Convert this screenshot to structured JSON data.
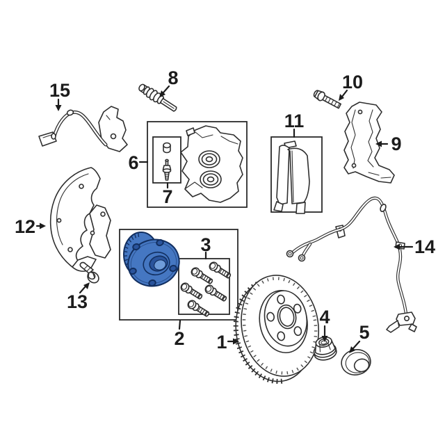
{
  "diagram": {
    "type": "exploded-parts-diagram",
    "background": "#ffffff",
    "line_color": "#2e2e2e",
    "highlight": {
      "fill": "#4577c2",
      "shade": "#2a549c",
      "light": "#6f9cd9",
      "outline": "#122f60"
    },
    "callouts": [
      "1",
      "2",
      "3",
      "4",
      "5",
      "6",
      "7",
      "8",
      "9",
      "10",
      "11",
      "12",
      "13",
      "14",
      "15"
    ]
  }
}
